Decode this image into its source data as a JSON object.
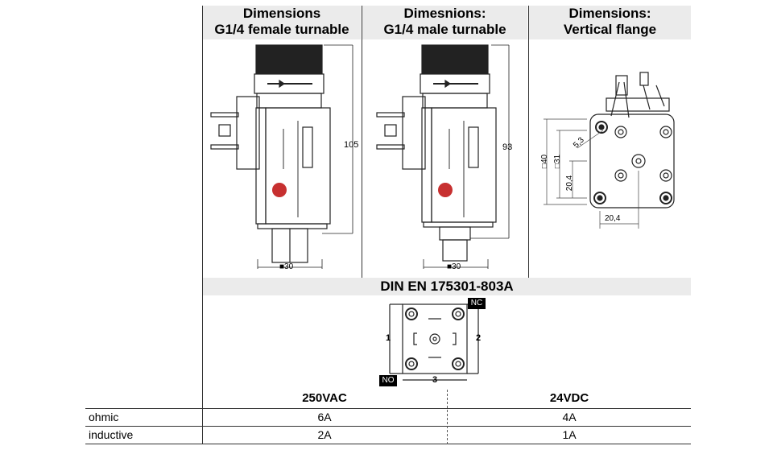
{
  "headers": {
    "col1": [
      "Dimensions",
      "G1/4 female turnable"
    ],
    "col2": [
      "Dimesnions:",
      "G1/4 male turnable"
    ],
    "col3": [
      "Dimensions:",
      "Vertical flange"
    ],
    "din": "DIN EN 175301-803A"
  },
  "drawing_labels": {
    "dim_105": "105",
    "dim_93": "93",
    "width_1": "■30",
    "width_2": "■30",
    "flange_40": "□40",
    "flange_31": "□31",
    "flange_20_4_v": "20,4",
    "flange_20_4_h": "20,4",
    "flange_5_3": "5,3"
  },
  "connector": {
    "nc": "NC",
    "no": "NO",
    "pin1": "1",
    "pin2": "2",
    "pin3": "3"
  },
  "ratings": {
    "col_headers": [
      "250VAC",
      "24VDC"
    ],
    "rows": [
      {
        "label": "ohmic",
        "values": [
          "6A",
          "4A"
        ]
      },
      {
        "label": "inductive",
        "values": [
          "2A",
          "1A"
        ]
      }
    ]
  }
}
